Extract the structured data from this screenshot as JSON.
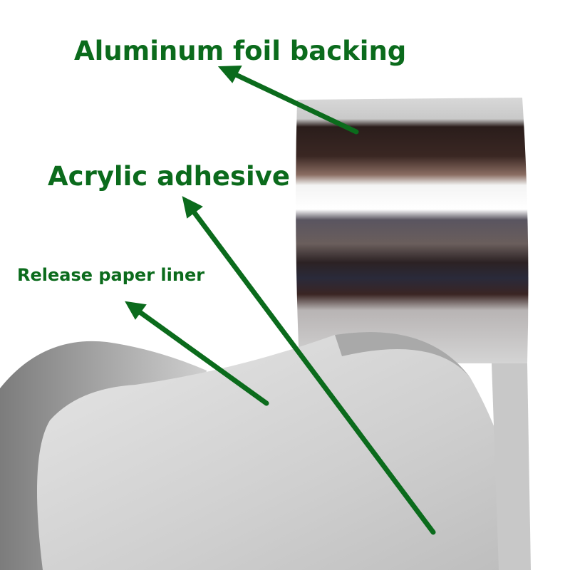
{
  "labels": {
    "backing": "Aluminum foil backing",
    "adhesive": "Acrylic adhesive",
    "liner": "Release paper liner"
  },
  "colors": {
    "annotation": "#0b6b1c"
  }
}
